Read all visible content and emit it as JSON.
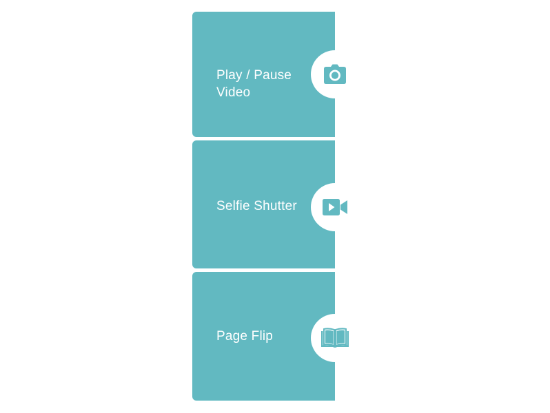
{
  "colors": {
    "card": "#62b9c1",
    "icon": "#62b9c1",
    "label": "#ffffff",
    "background": "#ffffff"
  },
  "cards": [
    {
      "label": "Play / Pause Video",
      "icon": "camera-icon"
    },
    {
      "label": "Selfie Shutter",
      "icon": "video-camera-icon"
    },
    {
      "label": "Page Flip",
      "icon": "open-book-icon"
    }
  ]
}
